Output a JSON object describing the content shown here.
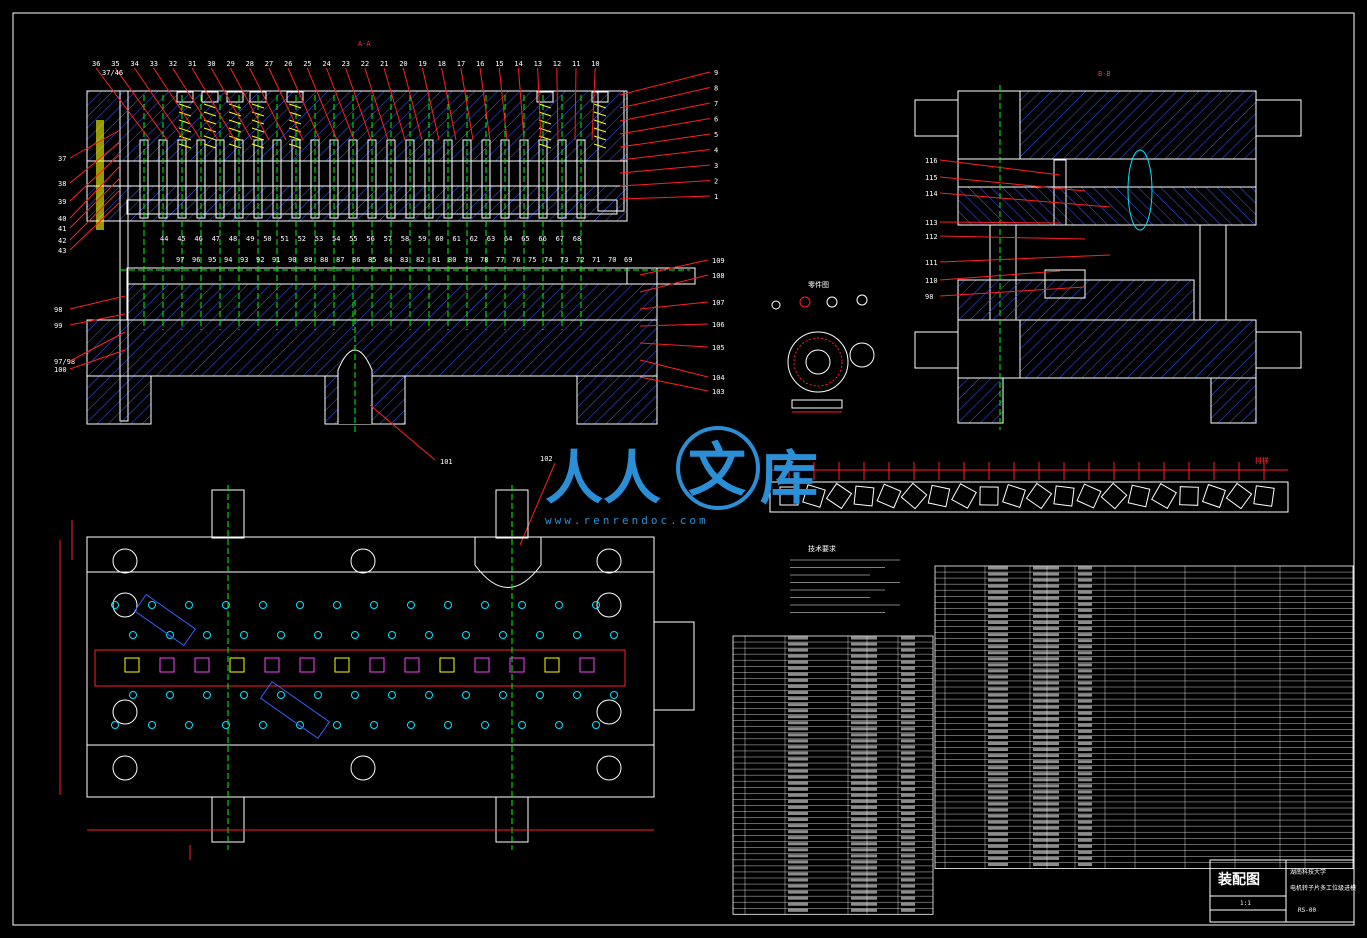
{
  "drawing": {
    "section_aa_label": "A-A",
    "section_bb_label": "B-B",
    "parts_figure_label": "零件图",
    "strip_label": "排样",
    "title": "装配图",
    "tech_req_title": "技术要求"
  },
  "top_callouts": [
    "36",
    "35",
    "34",
    "33",
    "32",
    "31",
    "30",
    "29",
    "28",
    "27",
    "26",
    "25",
    "24",
    "23",
    "22",
    "21",
    "20",
    "19",
    "18",
    "17",
    "16",
    "15",
    "14",
    "13",
    "12",
    "11",
    "10"
  ],
  "top_left_callout": "37/46",
  "left_callouts": [
    "37",
    "38",
    "39",
    "40",
    "41",
    "42",
    "43"
  ],
  "right_callouts": [
    "9",
    "8",
    "7",
    "6",
    "5",
    "4",
    "3",
    "2",
    "1"
  ],
  "lower_row_callouts": [
    "44",
    "45",
    "46",
    "47",
    "48",
    "49",
    "50",
    "51",
    "52",
    "53",
    "54",
    "55",
    "56",
    "57",
    "58",
    "59",
    "60",
    "61",
    "62",
    "63",
    "64",
    "65",
    "66",
    "67",
    "68"
  ],
  "mid_row_callouts": [
    "97",
    "96",
    "95",
    "94",
    "93",
    "92",
    "91",
    "90",
    "89",
    "88",
    "87",
    "86",
    "85",
    "84",
    "83",
    "82",
    "81",
    "80",
    "79",
    "78",
    "77",
    "76",
    "75",
    "74",
    "73",
    "72",
    "71",
    "70",
    "69"
  ],
  "bottom_callouts_left": [
    "98",
    "99",
    "97/98",
    "100"
  ],
  "bottom_callouts_right": [
    "109",
    "108",
    "107",
    "106",
    "105",
    "104",
    "103"
  ],
  "callout_101": "101",
  "callout_102": "102",
  "side_callouts": [
    "116",
    "115",
    "114",
    "113",
    "112",
    "111",
    "110",
    "98"
  ],
  "title_block": {
    "school": "湖南科技大学",
    "name": "电机转子片多工位级进模",
    "drawing_no": "RS-00",
    "scale": "1:1"
  },
  "watermark": {
    "text_left": "人人",
    "text_circle": "文",
    "text_right": "库",
    "url": "www.renrendoc.com"
  },
  "colors": {
    "background": "#000000",
    "line": "#ffffff",
    "hatch": "#3a5cff",
    "center": "#00ff00",
    "dim": "#ff2020",
    "cyan": "#00e5ff",
    "yellow": "#ffff00",
    "magenta": "#ff40ff",
    "watermark": "#2b8fd6"
  }
}
